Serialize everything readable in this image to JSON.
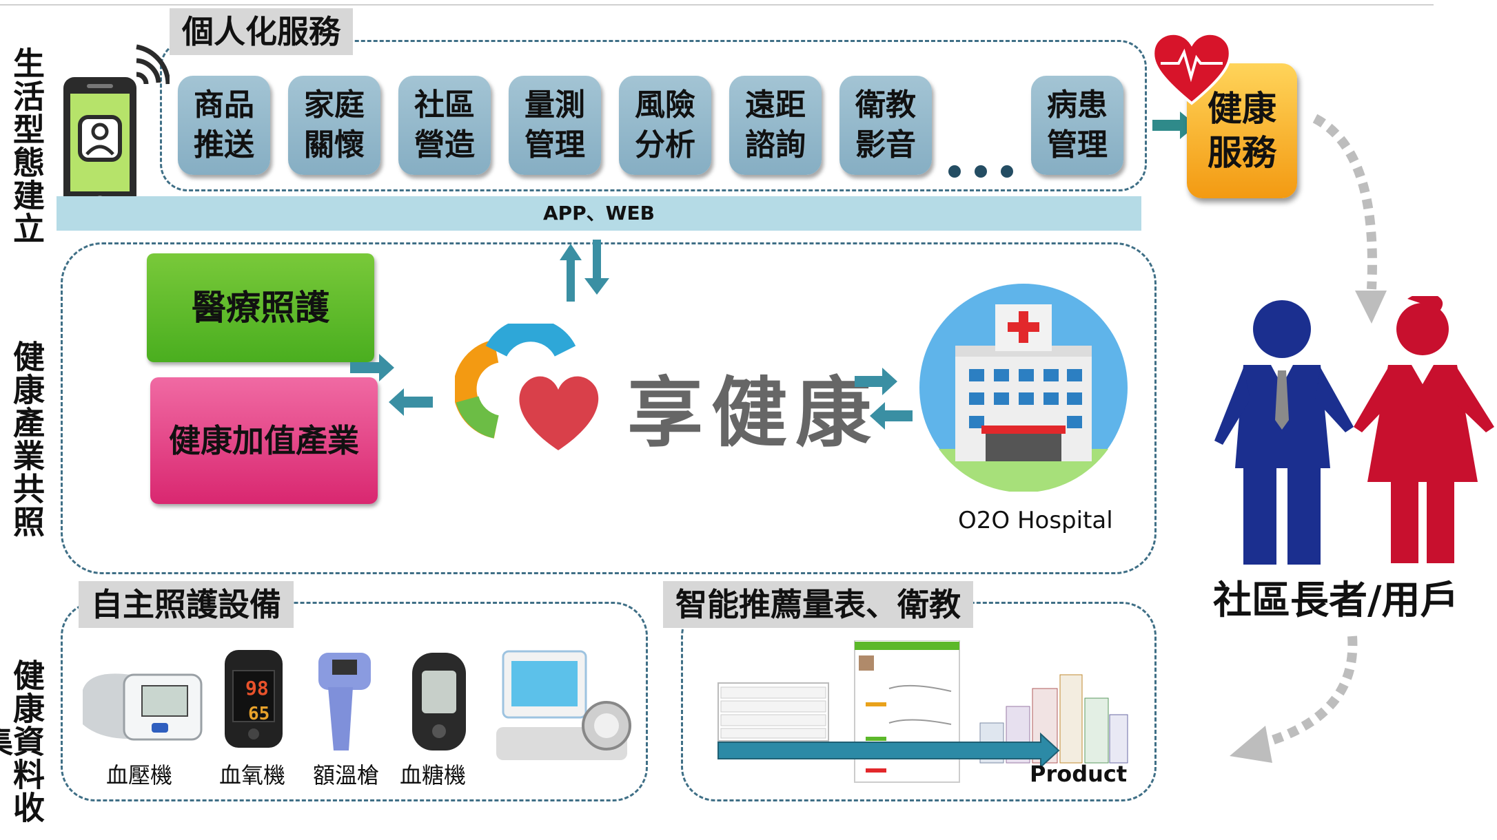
{
  "left_labels": {
    "lifestyle": "生活型態建立",
    "industry": "健康產業共照",
    "data_collection": "健康資料收集"
  },
  "personalized": {
    "title": "個人化服務",
    "services": [
      "商品推送",
      "家庭關懷",
      "社區營造",
      "量測管理",
      "風險分析",
      "遠距諮詢",
      "衛教影音",
      "病患管理"
    ]
  },
  "app_bar": "APP、WEB",
  "health_service": "健康服務",
  "partners": {
    "medical_care": "醫療照護",
    "value_added": "健康加值產業"
  },
  "brand": "享健康",
  "hospital_label": "O2O Hospital",
  "users_label": "社區長者/用戶",
  "devices": {
    "title": "自主照護設備",
    "items": [
      "血壓機",
      "血氧機",
      "額溫槍",
      "血糖機"
    ],
    "oximeter_reading_top": "98",
    "oximeter_reading_bottom": "65"
  },
  "recommendation": {
    "title": "智能推薦量表、衛教",
    "product_label": "Product"
  },
  "colors": {
    "arrow_teal": "#3a8fa3",
    "service_blue": "#9cbfd0",
    "green": "#5cb82a",
    "pink": "#e23d86",
    "orange": "#f5a623",
    "male": "#1b2f8f",
    "female": "#c8102e"
  }
}
